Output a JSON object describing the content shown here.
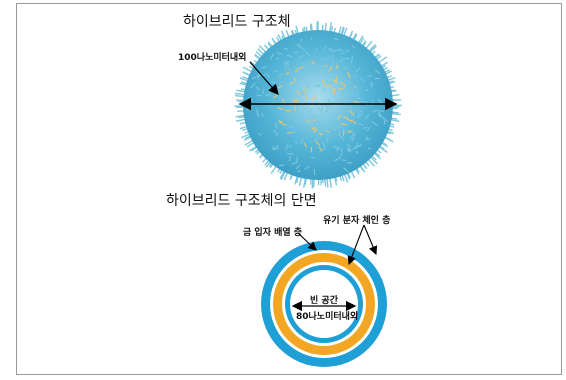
{
  "top_section": {
    "title": "하이브리드 구조체",
    "size_label": "100나노미터내외"
  },
  "cross_section": {
    "title": "하이브리드 구조체의 단면",
    "gold_layer_label": "금 입자 배열 층",
    "organic_layer_label": "유기 분자 체인 층",
    "hollow_label": "빈 공간",
    "inner_size_label": "80나노미터내외"
  },
  "colors": {
    "sphere_blue": "#4fb6d8",
    "sphere_spike": "#7cc7de",
    "gold_dot": "#e8c470",
    "ring_blue": "#1e9fd6",
    "ring_gold": "#f2a623",
    "ring_white": "#ffffff"
  }
}
